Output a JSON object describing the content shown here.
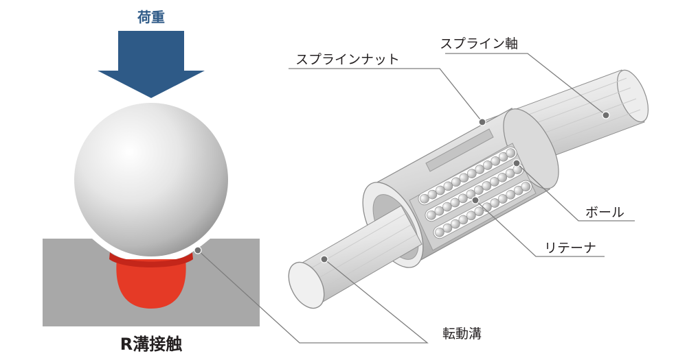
{
  "diagram": {
    "load_label": "荷重",
    "contact_label": "R溝接触",
    "parts": {
      "spline_shaft": "スプライン軸",
      "spline_nut": "スプラインナット",
      "ball": "ボール",
      "retainer": "リテーナ",
      "raceway_groove": "転動溝"
    }
  },
  "colors": {
    "arrow": "#2e5a87",
    "contact_zone": "#e53a26",
    "contact_rim": "#c4261a",
    "groove_block": "#a8a8a8",
    "ball": "#e2e2e2",
    "leader": "#7d7d7d"
  }
}
